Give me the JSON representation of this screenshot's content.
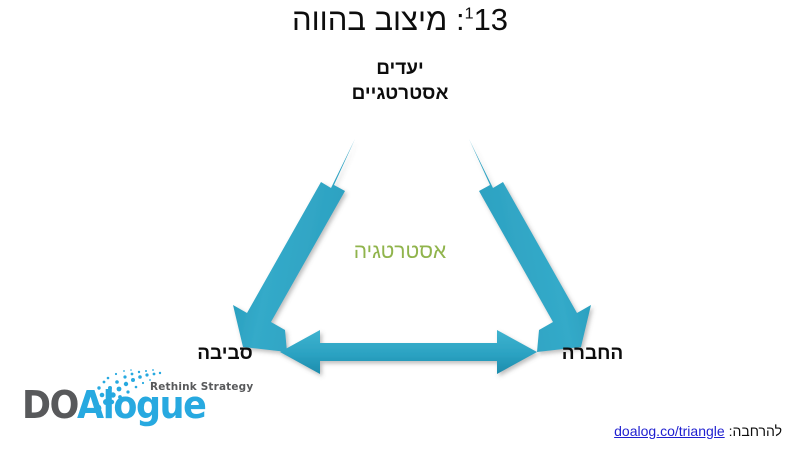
{
  "slide": {
    "title_number": "13",
    "title_superscript": "1",
    "title_separator": ":",
    "title_text": "מיצוב בהווה",
    "background_color": "#ffffff"
  },
  "triangle": {
    "accent_color": "#2ba5c4",
    "center_label_color": "#90b44c",
    "vertices": [
      {
        "id": "top",
        "label_line1": "יעדים",
        "label_line2": "אסטרטגיים"
      },
      {
        "id": "left",
        "label": "סביבה"
      },
      {
        "id": "right",
        "label": "החברה"
      }
    ],
    "center_label": "אסטרטגיה",
    "arrows": [
      {
        "id": "left-diagonal-arrow",
        "direction": "double"
      },
      {
        "id": "right-diagonal-arrow",
        "direction": "double"
      },
      {
        "id": "bottom-horizontal-arrow",
        "direction": "double"
      }
    ]
  },
  "logo": {
    "word_part1": "DO",
    "word_part2": "Alogue",
    "tagline": "Rethink Strategy",
    "part1_color": "#58595b",
    "part2_color": "#27a9e0"
  },
  "footer": {
    "prefix": "להרחבה",
    "separator": ":",
    "link_text": "doalog.co/triangle",
    "link_color": "#1f1fd0"
  }
}
